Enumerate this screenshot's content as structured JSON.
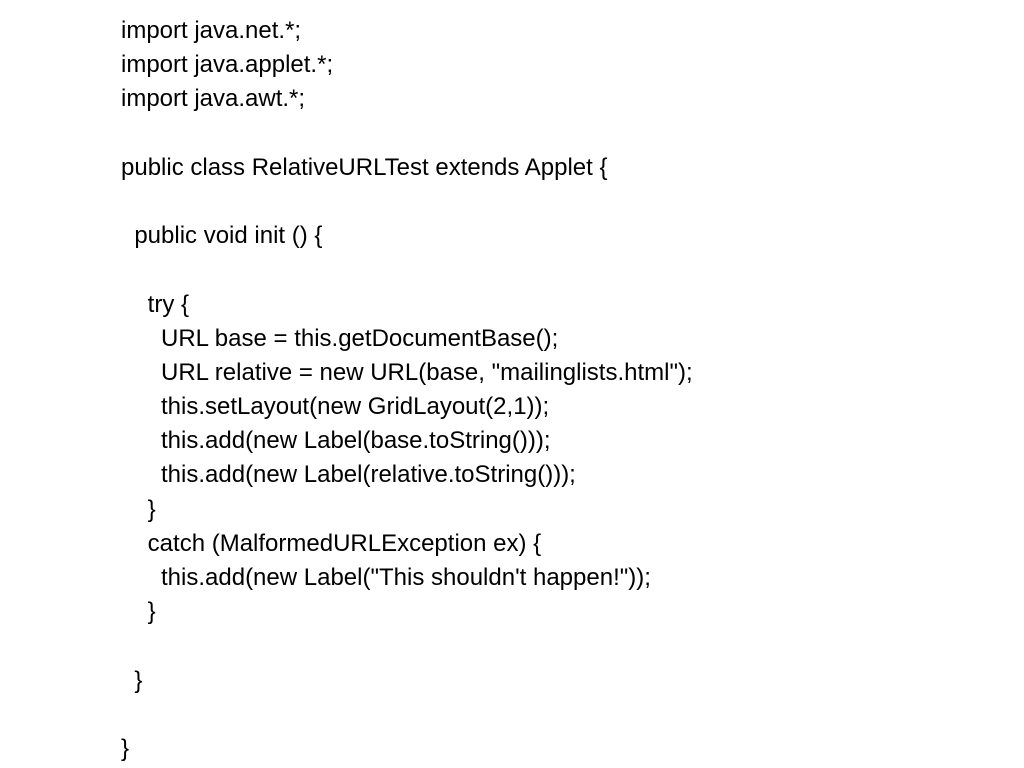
{
  "code_lines": [
    "import java.net.*;",
    "import java.applet.*;",
    "import java.awt.*;",
    "",
    "public class RelativeURLTest extends Applet {",
    "",
    "  public void init () {",
    "",
    "    try {",
    "      URL base = this.getDocumentBase();",
    "      URL relative = new URL(base, \"mailinglists.html\");",
    "      this.setLayout(new GridLayout(2,1));",
    "      this.add(new Label(base.toString()));",
    "      this.add(new Label(relative.toString()));",
    "    }",
    "    catch (MalformedURLException ex) {",
    "      this.add(new Label(\"This shouldn't happen!\"));",
    "    }",
    "",
    "  }",
    "",
    "}"
  ]
}
